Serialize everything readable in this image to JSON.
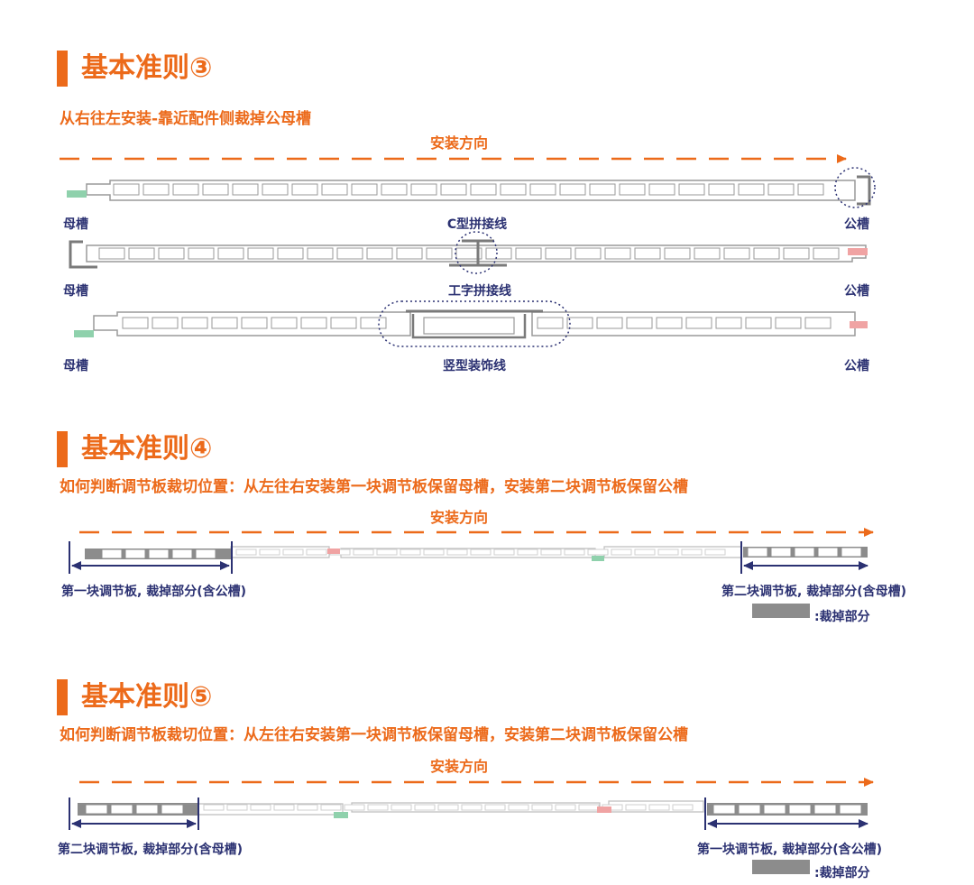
{
  "section3": {
    "title": "基本准则③",
    "subtitle": "从右往左安装-靠近配件侧裁掉公母槽",
    "direction": "安装方向",
    "row1": {
      "left": "母槽",
      "center": "C型拼接线",
      "right": "公槽"
    },
    "row2": {
      "left": "母槽",
      "center": "工字拼接线",
      "right": "公槽"
    },
    "row3": {
      "left": "母槽",
      "center": "竖型装饰线",
      "right": "公槽"
    }
  },
  "section4": {
    "title": "基本准则④",
    "subtitle": "如何判断调节板裁切位置：从左往右安装第一块调节板保留母槽，安装第二块调节板保留公槽",
    "direction": "安装方向",
    "left_label": "第一块调节板, 裁掉部分(含公槽)",
    "right_label": "第二块调节板, 裁掉部分(含母槽)",
    "legend": ":裁掉部分"
  },
  "section5": {
    "title": "基本准则⑤",
    "subtitle": "如何判断调节板裁切位置：从左往右安装第一块调节板保留母槽，安装第二块调节板保留公槽",
    "direction": "安装方向",
    "left_label": "第二块调节板, 裁掉部分(含母槽)",
    "right_label": "第一块调节板, 裁掉部分(含公槽)",
    "legend": ":裁掉部分"
  },
  "colors": {
    "orange": "#ec6a1a",
    "navy": "#2b3172",
    "panel_outline": "#9a9a9a",
    "cut_fill": "#8c8c8c",
    "female_groove": "#8fd1ac",
    "male_groove": "#f0a3a3"
  }
}
